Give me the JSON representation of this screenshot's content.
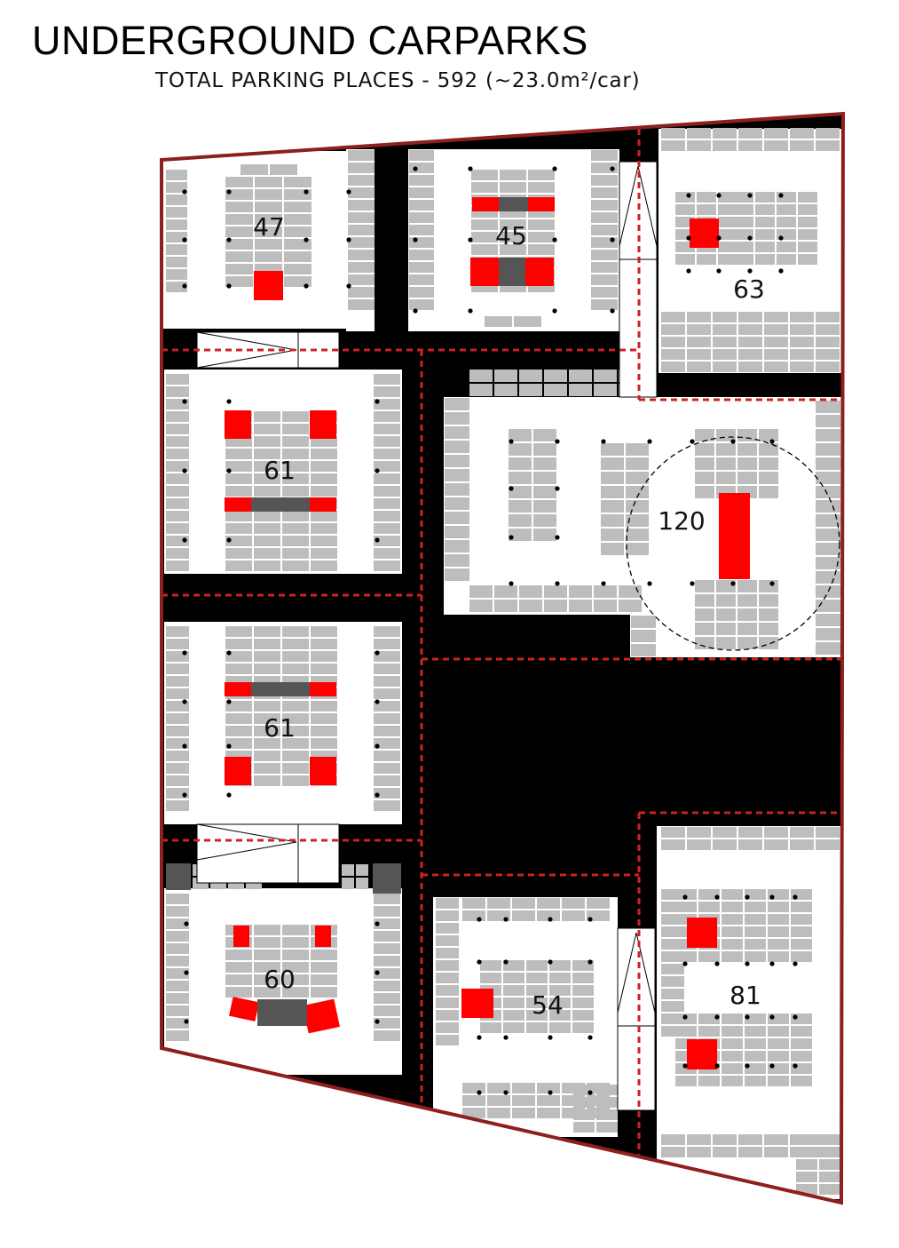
{
  "title": "UNDERGROUND CARPARKS",
  "subtitle": "TOTAL PARKING PLACES - 592 (~23.0m²/car)",
  "colors": {
    "site_outline": "#8e1f1f",
    "road": "#000000",
    "bay": "#bdbdbd",
    "core": "#ff0000",
    "dark_core": "#555555",
    "dashed_line": "#cc2222"
  },
  "carparks": [
    {
      "id": "a",
      "capacity": "47"
    },
    {
      "id": "b",
      "capacity": "45"
    },
    {
      "id": "c",
      "capacity": "63"
    },
    {
      "id": "d",
      "capacity": "61"
    },
    {
      "id": "e",
      "capacity": "120"
    },
    {
      "id": "f",
      "capacity": "61"
    },
    {
      "id": "g",
      "capacity": "60"
    },
    {
      "id": "h",
      "capacity": "54"
    },
    {
      "id": "i",
      "capacity": "81"
    }
  ]
}
